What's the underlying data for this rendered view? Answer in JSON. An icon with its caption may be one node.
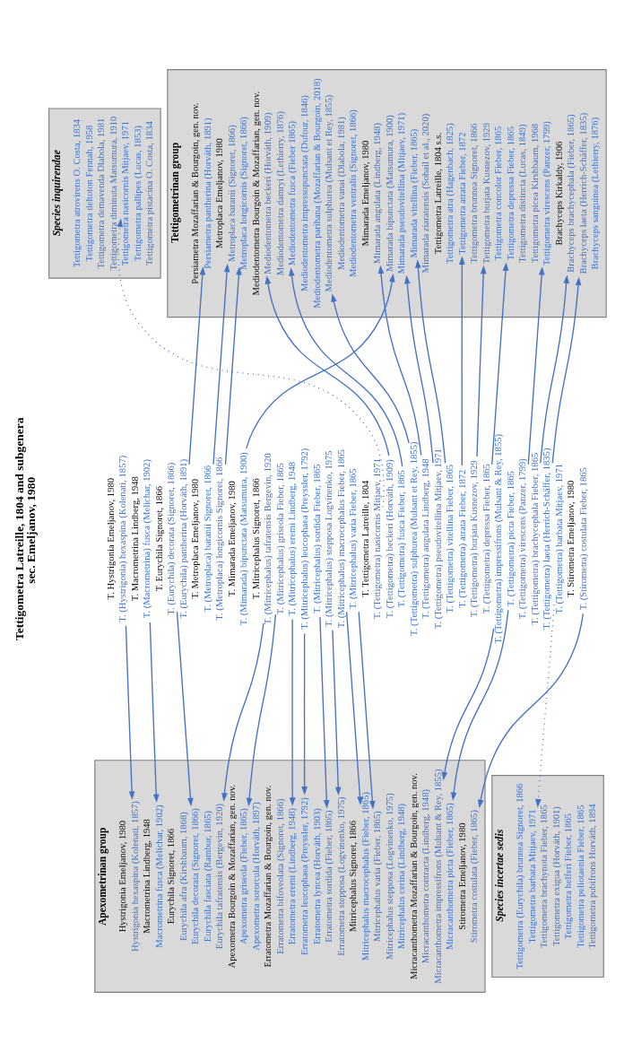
{
  "diagram": {
    "title": "Tettigometra Latreille, 1804 and subgenera sec. Emeljanov, 1980",
    "nodes": [
      {
        "text": [
          "T. Hystrigonia Emeljanov, 1980"
        ]
      },
      {
        "text": [
          "T. (Hystrigonia) hexaspina (Kolenati, 1857)"
        ]
      },
      {
        "text": [
          "T. Macrometrina Lindberg, 1948"
        ]
      },
      {
        "text": [
          "T. (Macrometrina) fusca (Melichar, 1902)"
        ]
      },
      {
        "text": [
          "T. Eurychila Signoret, 1866"
        ]
      },
      {
        "text": [
          "T. (Eurychila) decorata (Signoret, 1866)"
        ]
      },
      {
        "text": [
          "T. (Eurychila) pantherina (Horváth, 1891)"
        ]
      },
      {
        "text": [
          "T. Metroplaca Emeljanov, 1980"
        ]
      },
      {
        "text": [
          "T. (Metroplaca) baranii Signoret, 1866"
        ]
      },
      {
        "text": [
          "T. (Metroplaca) longicornis Signoret, 1866"
        ]
      },
      {
        "text": [
          "T. Mimarada Emeljanov, 1980"
        ]
      },
      {
        "text": [
          "T. (Mimarada) bipunctata (Matsumura, 1900)"
        ]
      },
      {
        "text": [
          "T. Mitricephalus Signoret, 1866"
        ]
      },
      {
        "text": [
          "T. (Mitricephalus) tafratensis Bergevin, 1920"
        ]
      },
      {
        "text": [
          "T. (Mitricephalus) griseola Fieber, 1865"
        ]
      },
      {
        "text": [
          "T. (Mitricephalus) eremi Lindberg, 1948"
        ]
      },
      {
        "text": [
          "T. (Mitricephalus) leucophaea (Preyssler, 1792)"
        ]
      },
      {
        "text": [
          "T. (Mitricephalus) sordida Fieber, 1865"
        ]
      },
      {
        "text": [
          "T. (Mitricephalus) stepposa Logvinenko, 1975"
        ]
      },
      {
        "text": [
          "T. (Mitricephalus) macrocephalus Fieber, 1865"
        ]
      },
      {
        "text": [
          "T. (Mitricephalus) varia Fieber, 1865"
        ]
      },
      {
        "text": [
          "T. Tettigometra Latreille, 1804"
        ]
      },
      {
        "text": [
          "T. (Tettigometra) nasicornis Mitjaev, 1971"
        ]
      },
      {
        "text": [
          "T. (Tettigometra) beckeri (Horváth, 1909)"
        ]
      },
      {
        "text": [
          "T. (Tettigometra) fusca Fieber, 1865"
        ]
      },
      {
        "text": [
          "T. (Tettigometra) sulphurea (Mulsant et Rey, 1855)"
        ]
      },
      {
        "text": [
          "T. (Tettigometra) angulata Lindberg, 1948"
        ]
      },
      {
        "text": [
          "T. (Tettigometra) pseudovitellina Mitjaev, 1971"
        ]
      },
      {
        "text": [
          "T. (Tettigometra) vitellina Fieber, 1865"
        ]
      },
      {
        "text": [
          "T. (Tettigometra) atrata Fieber, 1872"
        ]
      },
      {
        "text": [
          "T. (Tettigometra) burjata Kusnezov, 1929"
        ]
      },
      {
        "text": [
          "T. (Tettigometra) depressa Fieber, 1865"
        ]
      },
      {
        "text": [
          "T. (Tettigometra) impressifrons (Mulsant & Rey, 1855)"
        ]
      },
      {
        "text": [
          "T. (Tettigometra) picta Fieber, 1865"
        ]
      },
      {
        "text": [
          "T. (Tettigometra) virescens (Panzer, 1799)"
        ]
      },
      {
        "text": [
          "T. (Tettigometra) brachycephala Fieber, 1865"
        ]
      },
      {
        "text": [
          "T. (Tettigometra) laeta (Herrich-Schäffer, 1835)"
        ]
      },
      {
        "text": [
          "T. (Tettigometra) barbata Mitjaev, 1971"
        ]
      },
      {
        "text": [
          "T. Stirometra Emeljanov, 1980"
        ]
      },
      {
        "text": [
          "T. (Stirometra) costulata Fieber, 1865"
        ]
      },
      {
        "text": [
          "Apexometrinan group"
        ]
      },
      {
        "text": [
          "Hystrigonia Emeljanov, 1980"
        ],
        "in": 40
      },
      {
        "text": [
          "Hystrigonia hexaspina (Kolenati, 1857)"
        ],
        "in": 40
      },
      {
        "text": [
          "Macrometrina Lindberg, 1948"
        ],
        "in": 40
      },
      {
        "text": [
          "Macrometrina fusca (Melichar, 1902)"
        ],
        "in": 40
      },
      {
        "text": [
          "Eurychila Signoret, 1866"
        ],
        "in": 40
      },
      {
        "text": [
          "Eurychila afra (Kirshbaum, 1868)"
        ],
        "in": 40
      },
      {
        "text": [
          "Eurychila decorata (Signoret, 1866)"
        ],
        "in": 40
      },
      {
        "text": [
          "Eurychila fasciata (Rambur, 1865)"
        ],
        "in": 40
      },
      {
        "text": [
          "Eurychila tafratensis (Bergevin, 1920)"
        ],
        "in": 40
      },
      {
        "text": [
          "Apexometra Bourgoin & Mozaffarian, gen. nov."
        ],
        "in": 40
      },
      {
        "text": [
          "Apexometra griseola (Fieber, 1865)"
        ],
        "in": 40
      },
      {
        "text": [
          "Apexometra sororcula (Horváth, 1897)"
        ],
        "in": 40
      },
      {
        "text": [
          "Erratometra Mozaffarian & Bourgoin, gen. nov."
        ],
        "in": 40
      },
      {
        "text": [
          "Erratometra bifoveolata (Signoret, 1866)"
        ],
        "in": 40
      },
      {
        "text": [
          "Erratometra eremi (Lindberg, 1948)"
        ],
        "in": 40
      },
      {
        "text": [
          "Erratometra leucophaea (Preyssler, 1792)"
        ],
        "in": 40
      },
      {
        "text": [
          "Erratometra lyncea (Horváth, 1903)"
        ],
        "in": 40
      },
      {
        "text": [
          "Erratometra sordida (Fieber, 1865)"
        ],
        "in": 40
      },
      {
        "text": [
          "Erratometra stepposa (Logvinenko, 1975)"
        ],
        "in": 40
      },
      {
        "text": [
          "Mitricephalus Signoret, 1866"
        ],
        "in": 40
      },
      {
        "text": [
          "Mitricephalus macrocephalus (Fieber, 1865)"
        ],
        "in": 40
      },
      {
        "text": [
          "Mitricephalus varia (Fieber, 1865)"
        ],
        "in": 40
      },
      {
        "text": [
          "Mitricephalus stepposa (Logvinenko, 1975)"
        ],
        "in": 40
      },
      {
        "text": [
          "Mitricephalus cerina (Lindberg, 1948)"
        ],
        "in": 40
      },
      {
        "text": [
          "Micracanthometra Mozaffarian & Bourgoin, gen. nov."
        ],
        "in": 40
      },
      {
        "text": [
          "Micracanthometra contracta (Lindberg, 1948)"
        ],
        "in": 40
      },
      {
        "text": [
          "Micracanthometra impressifrons (Mulsant & Rey, 1855)"
        ],
        "in": 40
      },
      {
        "text": [
          "Micracanthometra picta (Fieber, 1865)"
        ],
        "in": 40
      },
      {
        "text": [
          "Stirometra Emeljanov, 1980"
        ],
        "in": 40
      },
      {
        "text": [
          "Stirometra costulata (Fieber, 1865)"
        ],
        "in": 40
      },
      {
        "text": [
          "Tettigometrinan group"
        ]
      },
      {
        "text": [
          "Persiametra Mozaffarian & Bourgoin, gen. nov."
        ],
        "in": 71
      },
      {
        "text": [
          "Persiametra pantherina (Horváth, 1891)"
        ],
        "in": 71
      },
      {
        "text": [
          "Metroplaca Emeljanov, 1980"
        ],
        "in": 71
      },
      {
        "text": [
          "Metroplaca baranii (Signoret, 1866)"
        ],
        "in": 71
      },
      {
        "text": [
          "Metroplaca longicornis (Signoret, 1866)"
        ],
        "in": 71
      },
      {
        "text": [
          "Mediodentometra Bourgoin & Mozaffarian, gen. nov."
        ],
        "in": 71
      },
      {
        "text": [
          "Mediodentometra beckeri (Horváth, 1909)"
        ],
        "in": 71
      },
      {
        "text": [
          "Mediodentometra damryi (Lethierry, 1876)"
        ],
        "in": 71
      },
      {
        "text": [
          "Mediodentometra fusca (Fieber 1865)"
        ],
        "in": 71
      },
      {
        "text": [
          "Mediodentometra impressopunctata (Dufour, 1846)"
        ],
        "in": 71
      },
      {
        "text": [
          "Mediodentometra parihana (Mozaffarian & Bourgoin, 2018)"
        ],
        "in": 71
      },
      {
        "text": [
          "Mediodentometra sulphurea (Mulsant et Rey, 1855)"
        ],
        "in": 71
      },
      {
        "text": [
          "Mediodentometra vanai (Dlabola, 1981)"
        ],
        "in": 71
      },
      {
        "text": [
          "Mediodentometra ventralis (Signoret, 1866)"
        ],
        "in": 71
      },
      {
        "text": [
          "Mimarada Emeljanov, 1980"
        ],
        "in": 71
      },
      {
        "text": [
          "Mimarada angulata (Lindberg, 1948)"
        ],
        "in": 71
      },
      {
        "text": [
          "Mimarada bipunctata (Matsumura, 1900)"
        ],
        "in": 71
      },
      {
        "text": [
          "Mimarada pseudovitellina (Mitjaev, 1971)"
        ],
        "in": 71
      },
      {
        "text": [
          "Mimarada vitellina (Fieber, 1865)"
        ],
        "in": 71
      },
      {
        "text": [
          "Mimarada ziaratensis (Sohail et al., 2020)"
        ],
        "in": 71
      },
      {
        "text": [
          "Tettigometra Latreille, 1804 s.s."
        ],
        "in": 71
      },
      {
        "text": [
          "Tettigometra atra (Hagenbach, 1825)"
        ],
        "in": 71
      },
      {
        "text": [
          "Tettigometra atrata Fieber, 1872"
        ],
        "in": 71
      },
      {
        "text": [
          "Tettigometra brunnea Signoret, 1866"
        ],
        "in": 71
      },
      {
        "text": [
          "Tettigometra burjata Kusnezov, 1929"
        ],
        "in": 71
      },
      {
        "text": [
          "Tettigometra concolor Fieber, 1865"
        ],
        "in": 71
      },
      {
        "text": [
          "Tettigometra depressa Fieber, 1865"
        ],
        "in": 71
      },
      {
        "text": [
          "Tettigometra distincta (Lucas, 1849)"
        ],
        "in": 71
      },
      {
        "text": [
          "Tettigometra picea Kirshbaum, 1968"
        ],
        "in": 71
      },
      {
        "text": [
          "Tettigometra virescens (Panzer, 1799)"
        ],
        "in": 71
      },
      {
        "text": [
          "Brachyceps Kirkaldy, 1906"
        ],
        "in": 71
      },
      {
        "text": [
          "Brachyceps brachycephala (Fieber, 1865)"
        ],
        "in": 71
      },
      {
        "text": [
          "Brachyceps laeta (Herrich-Schäffer, 1835)"
        ],
        "in": 71
      },
      {
        "text": [
          "Brachyceps sanguinea (Lethierry, 1876)"
        ],
        "in": 71
      },
      {
        "text": [
          "Species inquirendae"
        ]
      },
      {
        "text": [
          "Tettigometra atrovirens O. Costa, 1834"
        ],
        "in": 106
      },
      {
        "text": [
          "Tettigometra deltoton Fennah, 1958"
        ],
        "in": 106
      },
      {
        "text": [
          "Tettigometra demavenda Dlabola, 1981"
        ],
        "in": 106
      },
      {
        "text": [
          "Tettigometra diminuta Matsumura, 1910"
        ],
        "in": 106
      },
      {
        "text": [
          "Tettigometra nasicornis Mitjaev, 1971"
        ],
        "in": 106
      },
      {
        "text": [
          "Tettigometra pallipes (Lucas, 1853)"
        ],
        "in": 106
      },
      {
        "text": [
          "Tettigometra pistacina O. Costa, 1834"
        ],
        "in": 106
      },
      {
        "text": [
          "Species incertae sedis"
        ]
      },
      {
        "text": [
          "Tettigometra (Eurychila) brunnea Signoret, 1866"
        ],
        "in": 114
      },
      {
        "text": [
          "Tettigometra barbata Mitjaev, 1971"
        ],
        "in": 114
      },
      {
        "text": [
          "Tettigometra brachynota Fieber, 1865"
        ],
        "in": 114
      },
      {
        "text": [
          "Tettigometra exigua (Horváth, 1901)"
        ],
        "in": 114
      },
      {
        "text": [
          "Tettigometra helferi Fieber, 1865"
        ],
        "in": 114
      },
      {
        "text": [
          "Tettigometra peliotaenia Fieber, 1865"
        ],
        "in": 114
      },
      {
        "text": [
          "Tettigometra pubifrons Horváth, 1894"
        ],
        "in": 114
      }
    ],
    "edges": [
      {
        "from": 1,
        "to": 42,
        "arrow": "to"
      },
      {
        "from": 3,
        "to": 44,
        "arrow": "to"
      },
      {
        "from": 5,
        "to": 47,
        "arrow": "to"
      },
      {
        "from": 6,
        "to": 73,
        "arrow": "to"
      },
      {
        "from": 8,
        "to": 75,
        "arrow": "to"
      },
      {
        "from": 9,
        "to": 76,
        "arrow": "to"
      },
      {
        "from": 11,
        "to": 88,
        "arrow": "to"
      },
      {
        "from": 13,
        "to": 49,
        "arrow": "to"
      },
      {
        "from": 14,
        "to": 51,
        "arrow": "to"
      },
      {
        "from": 15,
        "to": 55,
        "arrow": "to"
      },
      {
        "from": 16,
        "to": 56,
        "arrow": "to"
      },
      {
        "from": 17,
        "to": 58,
        "arrow": "to"
      },
      {
        "from": 18,
        "to": 59,
        "arrow": "to"
      },
      {
        "from": 19,
        "to": 61,
        "arrow": "to"
      },
      {
        "from": 20,
        "to": 62,
        "arrow": "to"
      },
      {
        "from": 22,
        "to": 111,
        "arrow": "to",
        "style": "dashed"
      },
      {
        "from": 23,
        "to": 78,
        "arrow": "to"
      },
      {
        "from": 24,
        "to": 80,
        "arrow": "to"
      },
      {
        "from": 25,
        "to": 83,
        "arrow": "to"
      },
      {
        "from": 26,
        "to": 87,
        "arrow": "to"
      },
      {
        "from": 27,
        "to": 89,
        "arrow": "to"
      },
      {
        "from": 28,
        "to": 90,
        "arrow": "to"
      },
      {
        "from": 29,
        "to": 94,
        "arrow": "to"
      },
      {
        "from": 30,
        "to": 96,
        "arrow": "to"
      },
      {
        "from": 31,
        "to": 98,
        "arrow": "to"
      },
      {
        "from": 32,
        "to": 67,
        "arrow": "to"
      },
      {
        "from": 33,
        "to": 68,
        "arrow": "to"
      },
      {
        "from": 34,
        "to": 101,
        "arrow": "to"
      },
      {
        "from": 35,
        "to": 103,
        "arrow": "to"
      },
      {
        "from": 36,
        "to": 104,
        "arrow": "to"
      },
      {
        "from": 37,
        "to": 116,
        "arrow": "to",
        "style": "dashed"
      },
      {
        "from": 39,
        "to": 70,
        "arrow": "to"
      }
    ]
  }
}
